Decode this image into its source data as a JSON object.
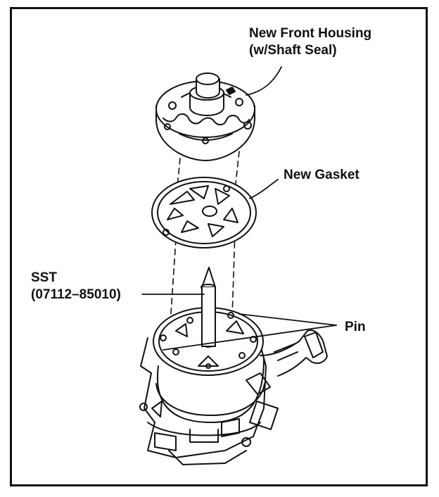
{
  "labels": {
    "front_housing_line1": "New Front Housing",
    "front_housing_line2": "(w/Shaft Seal)",
    "gasket": "New Gasket",
    "sst_line1": "SST",
    "sst_line2": "(07112–85010)",
    "pin": "Pin"
  }
}
